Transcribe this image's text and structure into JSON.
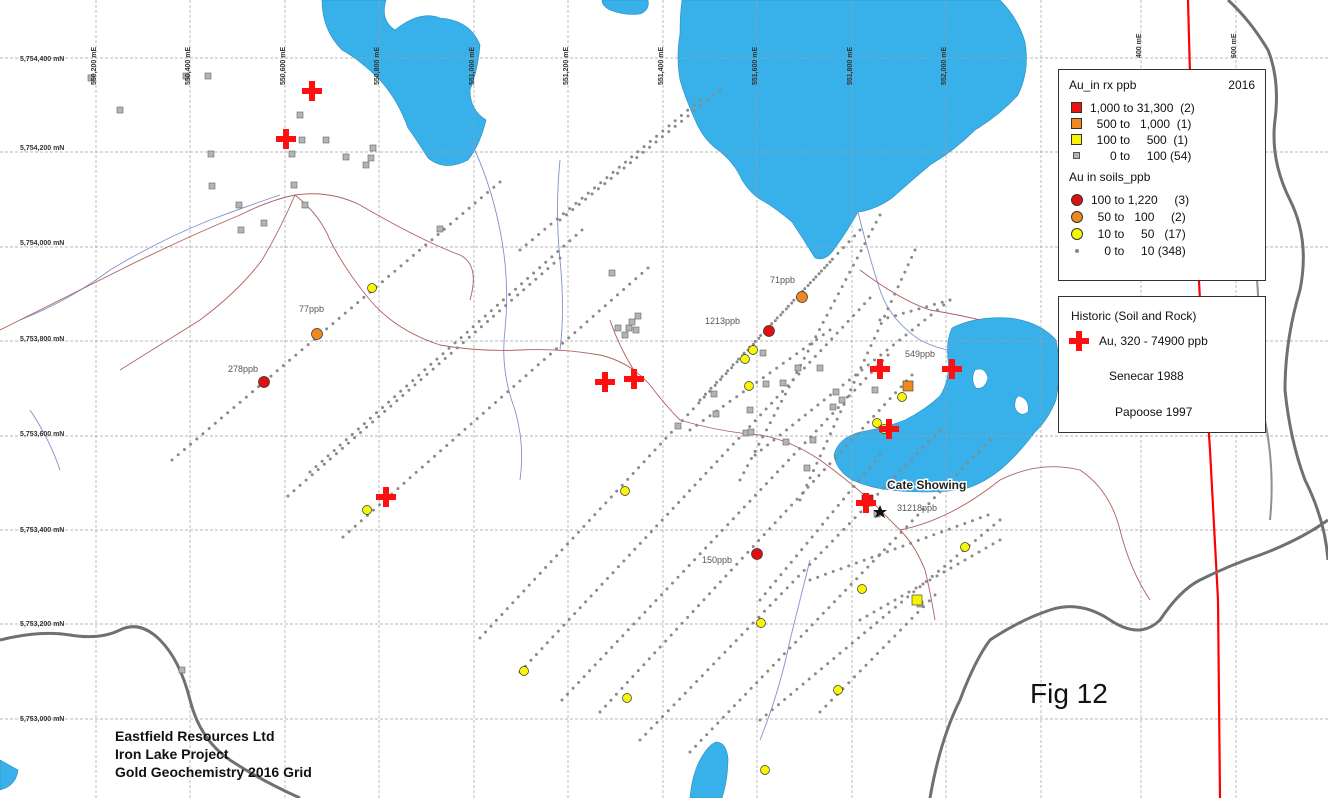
{
  "map": {
    "fig_label": "Fig 12",
    "title_lines": [
      "Eastfield Resources Ltd",
      "Iron Lake Project",
      "Gold Geochemistry 2016 Grid"
    ],
    "eastings": [
      "550,200 mE",
      "550,400 mE",
      "550,600 mE",
      "550,800 mE",
      "551,000 mE",
      "551,200 mE",
      "551,400 mE",
      "551,600 mE",
      "551,800 mE",
      "552,000 mE",
      "400 mE",
      "600 mE"
    ],
    "northings": [
      "5,754,400 mN",
      "5,754,200 mN",
      "5,754,000 mN",
      "5,753,800 mN",
      "5,753,600 mN",
      "5,753,400 mN",
      "5,753,200 mN",
      "5,753,000 mN"
    ],
    "showing_label": "Cate Showing",
    "value_labels": [
      "77ppb",
      "278ppb",
      "71ppb",
      "1213ppb",
      "549ppb",
      "31218ppb",
      "150ppb"
    ],
    "colors": {
      "water": "#38b0ea",
      "rx_high": "#ee1111",
      "rx_mid": "#f08a20",
      "rx_low": "#f8f400",
      "rx_bg": "#b4b4b4",
      "soil_high": "#dd1111",
      "soil_mid": "#ee8822",
      "soil_low": "#f8f800",
      "soil_bg": "#8a8a8a",
      "historic": "#ff1010",
      "road": "#b06060",
      "stream": "#8090d0",
      "boundary": "#ff0000",
      "grid": "#a0a0a0"
    }
  },
  "legend_2016": {
    "title": "Au_in rx ppb",
    "year": "2016",
    "rx_rows": [
      {
        "label": "1,000 to 31,300  (2)",
        "symbol": "rx-red-square"
      },
      {
        "label": "  500 to   1,000  (1)",
        "symbol": "rx-orange-square"
      },
      {
        "label": "  100 to     500  (1)",
        "symbol": "rx-yellow-square"
      },
      {
        "label": "      0 to     100 (54)",
        "symbol": "rx-gray-square"
      }
    ],
    "soil_title": "Au in soils_ppb",
    "soil_rows": [
      {
        "label": "100 to 1,220     (3)",
        "symbol": "soil-red-circle"
      },
      {
        "label": "  50 to   100     (2)",
        "symbol": "soil-orange-circle"
      },
      {
        "label": "  10 to     50   (17)",
        "symbol": "soil-yellow-circle"
      },
      {
        "label": "    0 to     10 (348)",
        "symbol": "soil-small-dot"
      }
    ]
  },
  "legend_historic": {
    "title": "Historic (Soil and Rock)",
    "label": "Au, 320 - 74900 ppb",
    "source_1": "Senecar 1988",
    "source_2": "Papoose 1997",
    "symbol": "historic-red-cross"
  }
}
